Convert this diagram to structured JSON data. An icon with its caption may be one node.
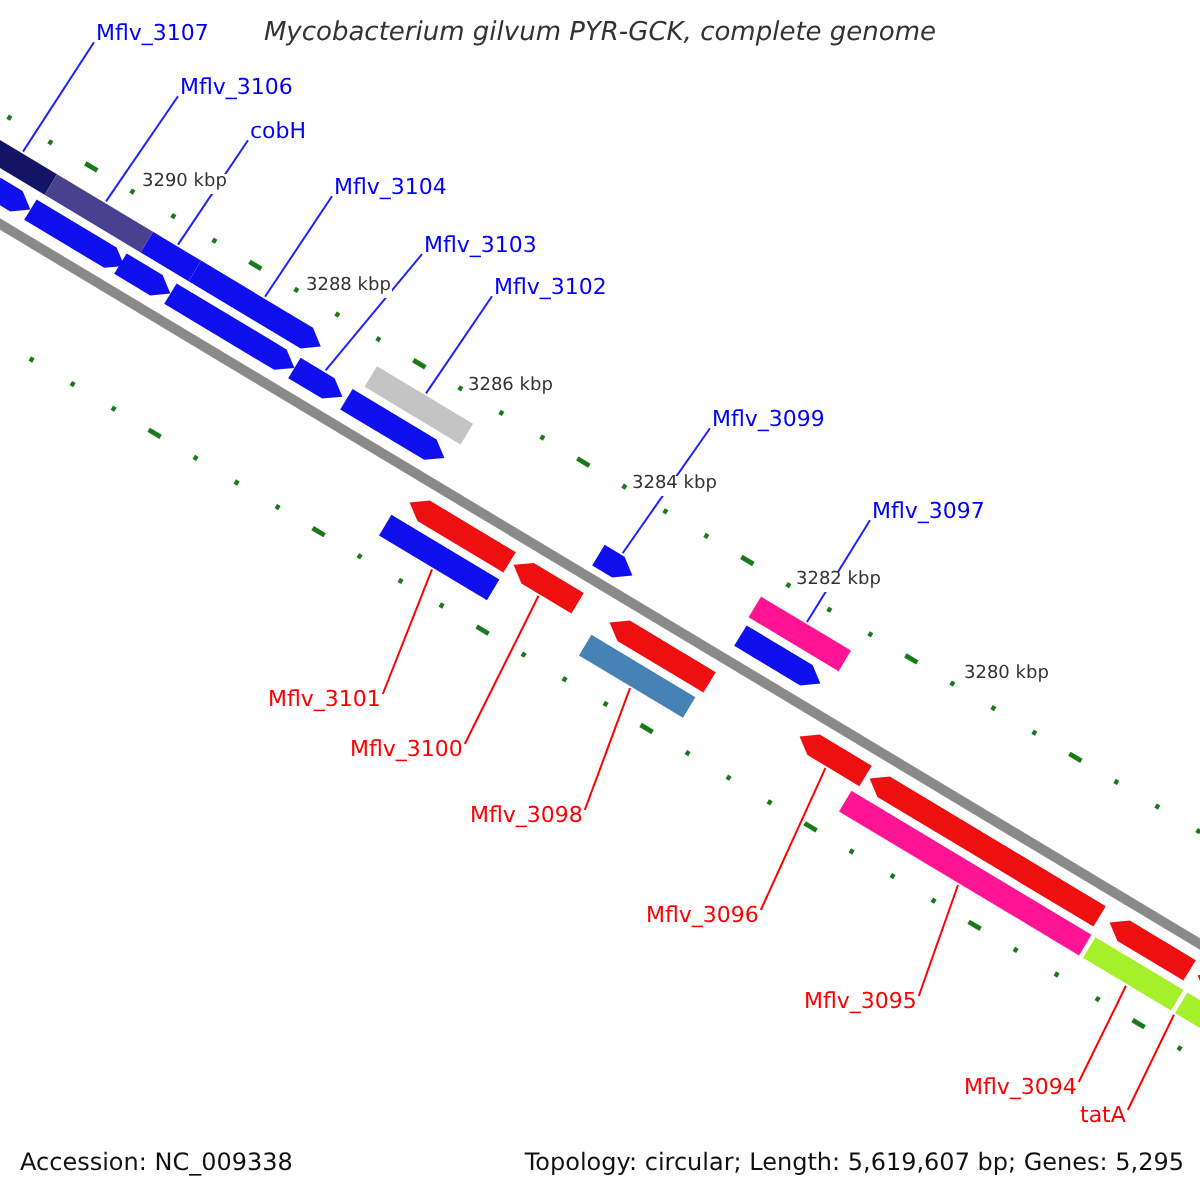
{
  "diagram": {
    "title": "Mycobacterium gilvum PYR-GCK, complete genome",
    "nodes": [
      {
        "text": [
          "Mflv_3107"
        ]
      },
      {
        "text": [
          "Mflv_3106"
        ]
      },
      {
        "text": [
          "cobH"
        ]
      },
      {
        "text": [
          "Mflv_3104"
        ]
      },
      {
        "text": [
          "Mflv_3103"
        ]
      },
      {
        "text": [
          "Mflv_3102"
        ]
      },
      {
        "text": [
          "Mflv_3099"
        ]
      },
      {
        "text": [
          "Mflv_3097"
        ]
      },
      {
        "text": [
          "Mflv_3101"
        ]
      },
      {
        "text": [
          "Mflv_3100"
        ]
      },
      {
        "text": [
          "Mflv_3098"
        ]
      },
      {
        "text": [
          "Mflv_3096"
        ]
      },
      {
        "text": [
          "Mflv_3095"
        ]
      },
      {
        "text": [
          "Mflv_3094"
        ]
      },
      {
        "text": [
          "tatA"
        ]
      },
      {
        "text": [],
        "shape": "bar"
      },
      {
        "text": [],
        "shape": "bar"
      },
      {
        "text": [],
        "shape": "bar"
      },
      {
        "text": [],
        "shape": "bar"
      },
      {
        "text": [],
        "shape": "bar"
      },
      {
        "text": [],
        "shape": "bar"
      },
      {
        "text": [],
        "shape": "bar"
      },
      {
        "text": [],
        "shape": "bar"
      },
      {
        "text": [],
        "shape": "bar"
      },
      {
        "text": [],
        "shape": "bar"
      },
      {
        "text": [],
        "shape": "bar"
      },
      {
        "text": [],
        "shape": "bar"
      },
      {
        "text": [],
        "shape": "bar"
      },
      {
        "text": [],
        "shape": "bar"
      },
      {
        "text": [],
        "shape": "bar"
      }
    ],
    "edges": [
      {
        "from": 0,
        "to": 15,
        "arrow": "none"
      },
      {
        "from": 1,
        "to": 16,
        "arrow": "none"
      },
      {
        "from": 2,
        "to": 17,
        "arrow": "none"
      },
      {
        "from": 3,
        "to": 18,
        "arrow": "none"
      },
      {
        "from": 4,
        "to": 19,
        "arrow": "none"
      },
      {
        "from": 5,
        "to": 20,
        "arrow": "none"
      },
      {
        "from": 6,
        "to": 21,
        "arrow": "none"
      },
      {
        "from": 7,
        "to": 22,
        "arrow": "none"
      },
      {
        "from": 8,
        "to": 23,
        "arrow": "none",
        "color": "#ff0000"
      },
      {
        "from": 9,
        "to": 24,
        "arrow": "none",
        "color": "#ff0000"
      },
      {
        "from": 10,
        "to": 25,
        "arrow": "none",
        "color": "#ff0000"
      },
      {
        "from": 11,
        "to": 26,
        "arrow": "none",
        "color": "#ff0000"
      },
      {
        "from": 12,
        "to": 27,
        "arrow": "none",
        "color": "#ff0000"
      },
      {
        "from": 13,
        "to": 28,
        "arrow": "none",
        "color": "#ff0000"
      },
      {
        "from": 14,
        "to": 29,
        "arrow": "none",
        "color": "#ff0000"
      }
    ],
    "labels": [
      "3290 kbp",
      "3288 kbp",
      "3286 kbp",
      "3284 kbp",
      "3282 kbp",
      "3280 kbp",
      "Accession: NC_009338",
      "Topology: circular; Length: 5,619,607 bp; Genes: 5,295"
    ]
  }
}
